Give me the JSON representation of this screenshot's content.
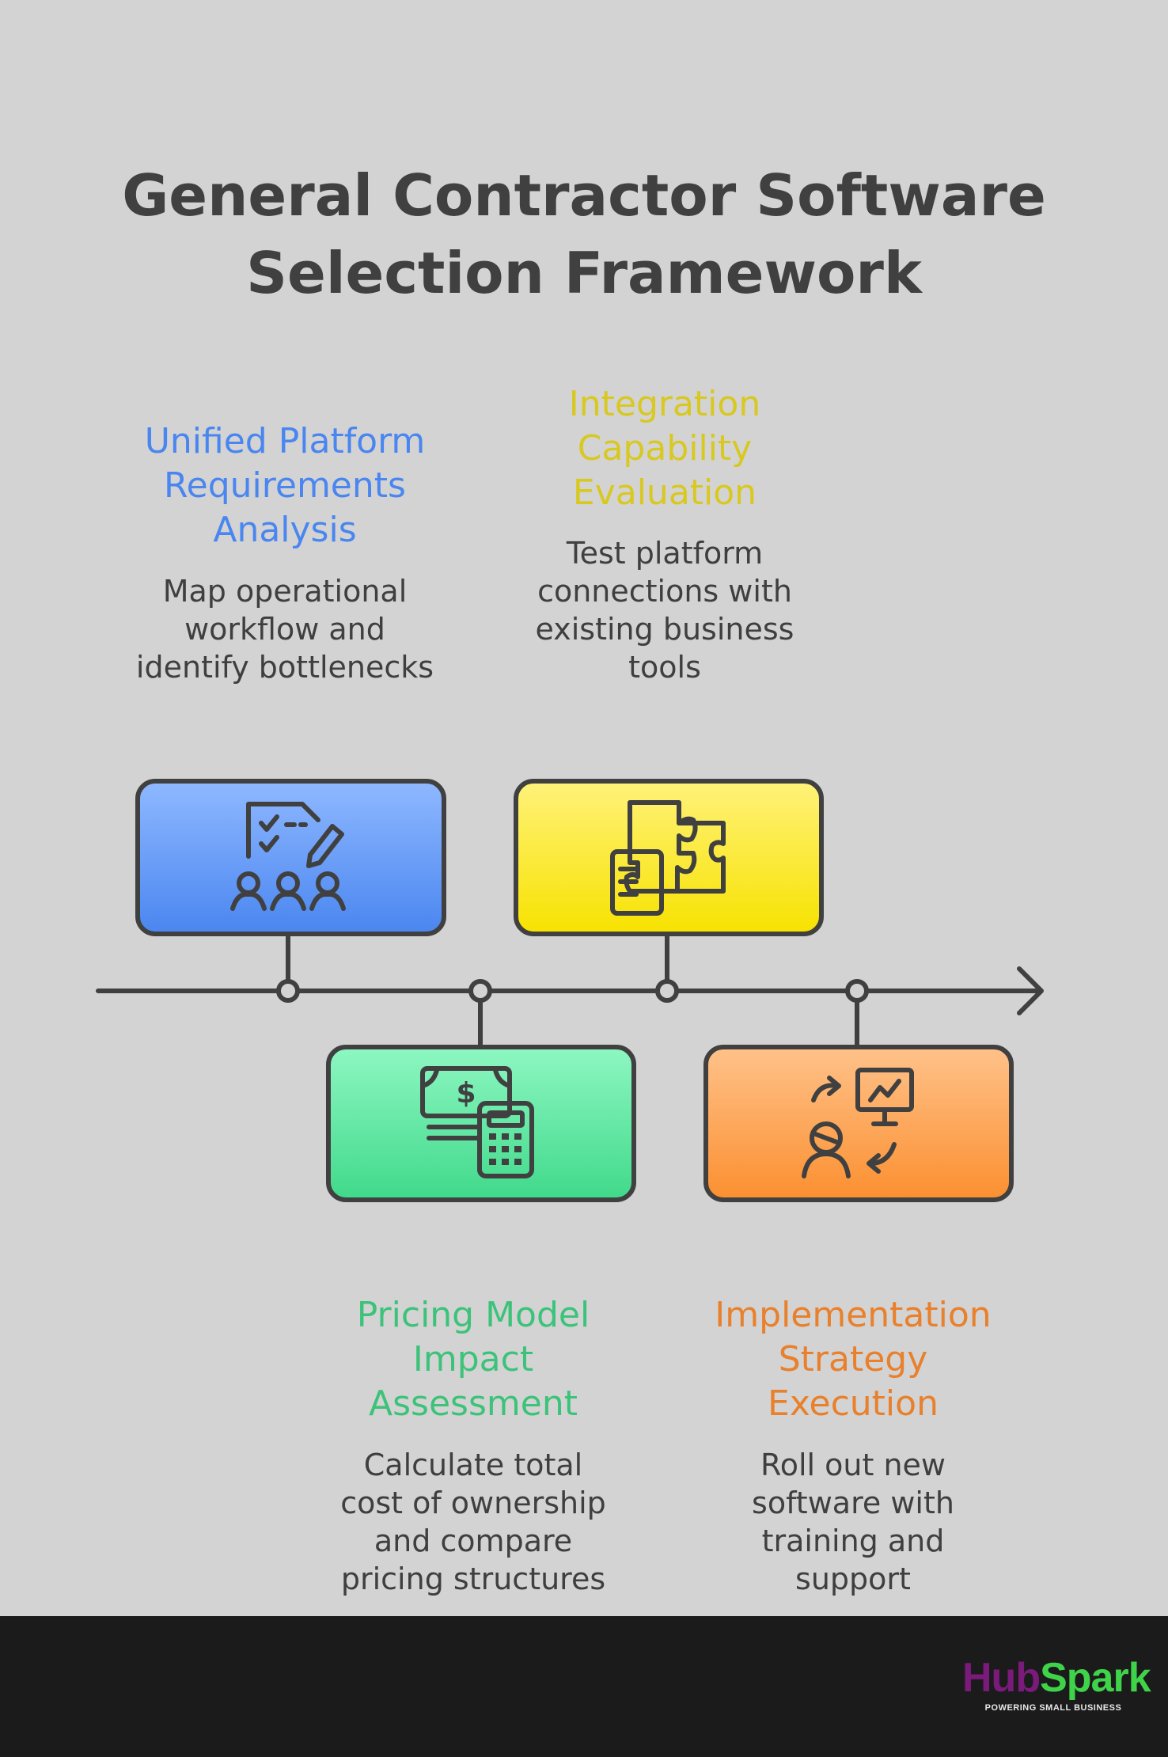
{
  "title": "General Contractor Software Selection Framework",
  "colors": {
    "background": "#d3d3d3",
    "line": "#404040",
    "blue": "#4a86f0",
    "yellow": "#d8c820",
    "green": "#3cc379",
    "orange": "#e8802c",
    "footer": "#1b1b1b"
  },
  "steps": [
    {
      "title": "Unified Platform\nRequirements\nAnalysis",
      "description": "Map operational\nworkflow and\nidentify bottlenecks",
      "icon": "checklist-team-icon",
      "color": "blue"
    },
    {
      "title": "Pricing Model\nImpact\nAssessment",
      "description": "Calculate total\ncost of ownership\nand compare\npricing structures",
      "icon": "money-calculator-icon",
      "color": "green"
    },
    {
      "title": "Integration\nCapability\nEvaluation",
      "description": "Test platform\nconnections with\nexisting business\ntools",
      "icon": "puzzle-document-icon",
      "color": "yellow"
    },
    {
      "title": "Implementation\nStrategy\nExecution",
      "description": "Roll out new\nsoftware with\ntraining and\nsupport",
      "icon": "person-presentation-icon",
      "color": "orange"
    }
  ],
  "logo": {
    "hub": "Hub",
    "spark": "Spark",
    "tagline": "POWERING SMALL BUSINESS"
  }
}
